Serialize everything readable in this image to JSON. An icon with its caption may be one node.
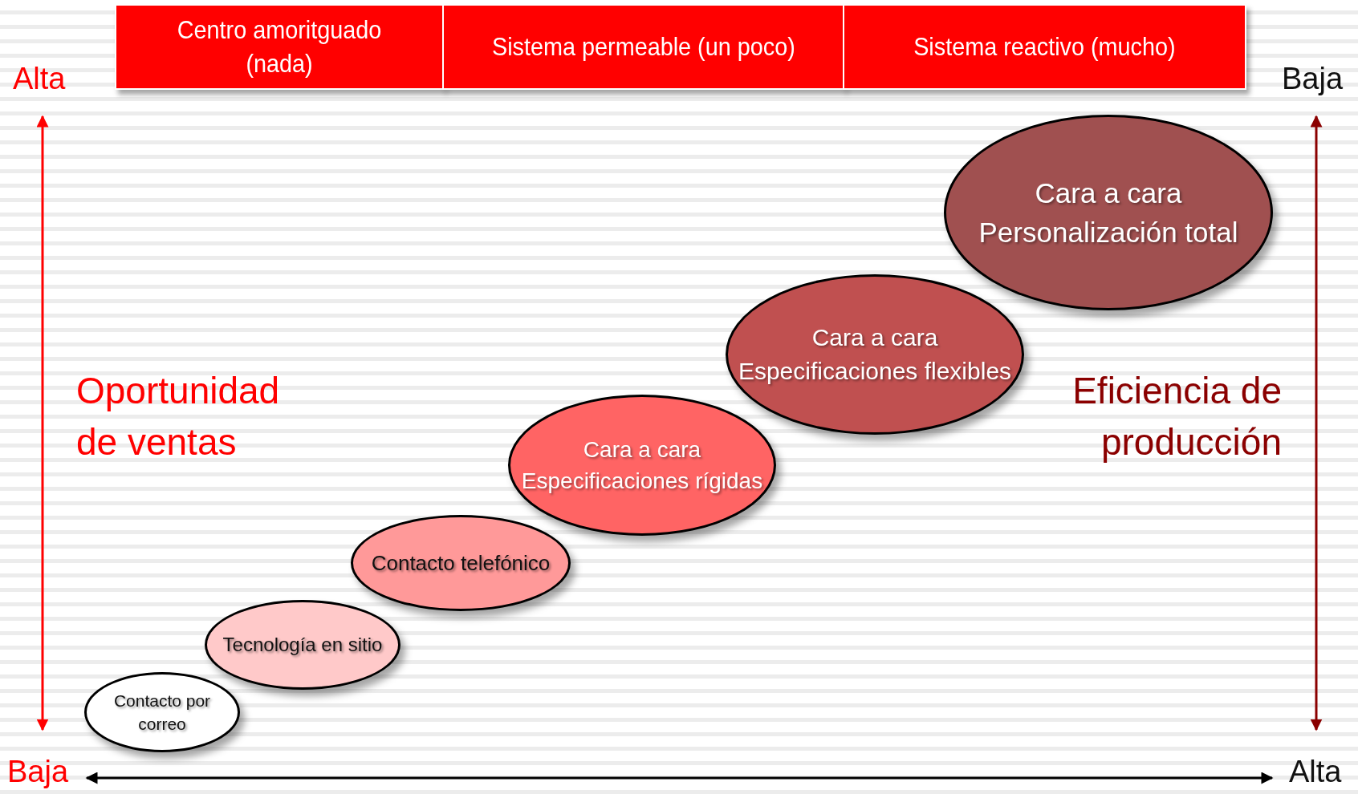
{
  "diagram": {
    "nodes": [
      {
        "text": [
          "Centro amoritguado (nada)"
        ]
      },
      {
        "text": [
          "Sistema permeable (un poco)"
        ]
      },
      {
        "text": [
          "Sistema reactivo (mucho)"
        ]
      },
      {
        "text": [
          "Contacto por correo"
        ]
      },
      {
        "text": [
          "Tecnología en sitio"
        ]
      },
      {
        "text": [
          "Contacto telefónico"
        ]
      },
      {
        "text": [
          "Cara a cara Especificaciones rígidas"
        ]
      },
      {
        "text": [
          "Cara a cara Especificaciones flexibles"
        ]
      },
      {
        "text": [
          "Cara a cara Personalización total"
        ]
      }
    ],
    "edges": [],
    "labels": [
      "Alta",
      "Baja",
      "Oportunidad de ventas",
      "Eficiencia de producción",
      "Baja",
      "Alta"
    ]
  }
}
